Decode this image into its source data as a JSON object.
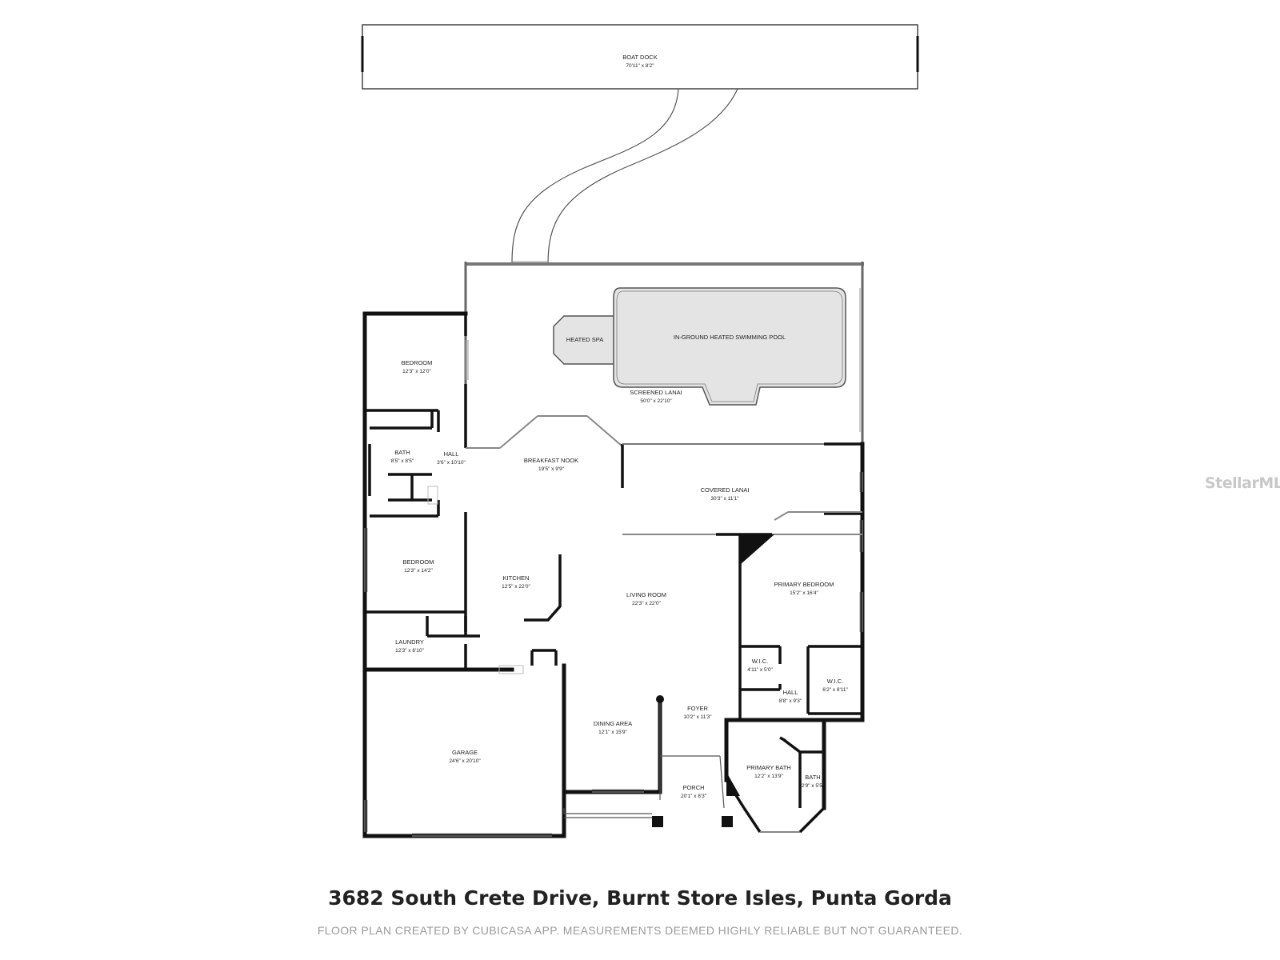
{
  "rooms": {
    "boat_dock": {
      "name": "BOAT DOCK",
      "dim": "70'11\" x 8'2\""
    },
    "heated_spa": {
      "name": "HEATED SPA"
    },
    "pool": {
      "name": "IN-GROUND HEATED SWIMMING POOL"
    },
    "screened_lanai": {
      "name": "SCREENED LANAI",
      "dim": "50'0\" x 22'10\""
    },
    "bedroom_1": {
      "name": "BEDROOM",
      "dim": "12'3\" x 12'0\""
    },
    "bath": {
      "name": "BATH",
      "dim": "8'5\" x 8'5\""
    },
    "hall_1": {
      "name": "HALL",
      "dim": "3'6\" x 10'10\""
    },
    "breakfast_nook": {
      "name": "BREAKFAST NOOK",
      "dim": "19'5\" x 9'9\""
    },
    "covered_lanai": {
      "name": "COVERED LANAI",
      "dim": "30'3\" x 11'1\""
    },
    "bedroom_2": {
      "name": "BEDROOM",
      "dim": "12'3\" x 14'2\""
    },
    "kitchen": {
      "name": "KITCHEN",
      "dim": "12'5\" x 22'0\""
    },
    "living_room": {
      "name": "LIVING ROOM",
      "dim": "22'3\" x 22'0\""
    },
    "primary_bedroom": {
      "name": "PRIMARY BEDROOM",
      "dim": "15'2\" x 16'4\""
    },
    "laundry": {
      "name": "LAUNDRY",
      "dim": "12'3\" x 6'10\""
    },
    "wic_1": {
      "name": "W.I.C.",
      "dim": "4'11\" x 5'0\""
    },
    "wic_2": {
      "name": "W.I.C.",
      "dim": "6'2\" x 8'11\""
    },
    "hall_2": {
      "name": "HALL",
      "dim": "8'8\" x 9'3\""
    },
    "foyer": {
      "name": "FOYER",
      "dim": "10'2\" x 11'3\""
    },
    "dining_area": {
      "name": "DINING AREA",
      "dim": "12'1\" x 15'9\""
    },
    "garage": {
      "name": "GARAGE",
      "dim": "24'6\" x 20'10\""
    },
    "primary_bath": {
      "name": "PRIMARY BATH",
      "dim": "12'2\" x 13'9\""
    },
    "bath_small": {
      "name": "BATH",
      "dim": "2'9\" x 5'5\""
    },
    "porch": {
      "name": "PORCH",
      "dim": "20'1\" x 8'3\""
    }
  },
  "caption": {
    "address": "3682 South Crete Drive, Burnt Store Isles, Punta Gorda",
    "disclaimer": "FLOOR PLAN CREATED BY CUBICASA APP. MEASUREMENTS DEEMED HIGHLY RELIABLE BUT NOT GUARANTEED."
  },
  "watermark": "StellarMLS",
  "colors": {
    "wall": "#111111",
    "pool_fill": "#e4e4e4",
    "watermark": "#c8c8c8"
  }
}
